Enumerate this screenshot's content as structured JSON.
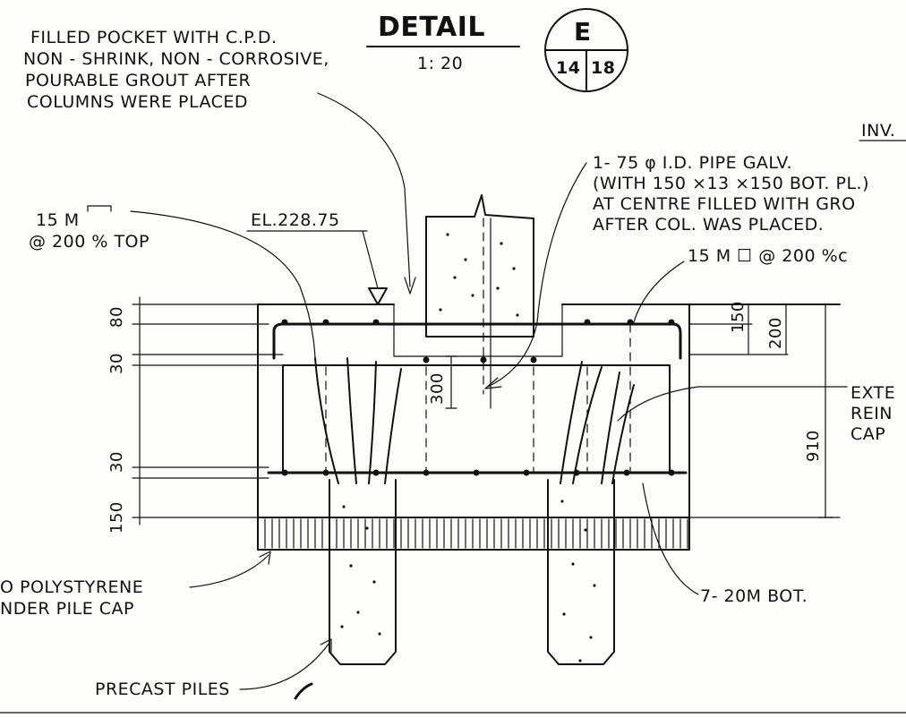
{
  "title": {
    "word": "DETAIL",
    "scale": "1: 20",
    "letter": "E",
    "sheet_left": "14",
    "sheet_right": "18"
  },
  "notes": {
    "filled_pocket": [
      "FILLED POCKET WITH C.P.D.",
      "NON - SHRINK, NON - CORROSIVE,",
      "POURABLE GROUT AFTER",
      "COLUMNS WERE PLACED"
    ],
    "inv": "INV.",
    "pipe": [
      "1- 75 φ I.D. PIPE GALV.",
      "(WITH 150 ×13 ×150 BOT. PL.)",
      "AT CENTRE FILLED WITH GRO",
      "AFTER COL. WAS PLACED."
    ],
    "top_bars": [
      "15 M",
      "@ 200 % TOP"
    ],
    "elevation": "EL.228.75",
    "stirrup": "15 M ☐ @ 200 %c",
    "exterior": [
      "EXTE",
      "REIN",
      "CAP"
    ],
    "polystyrene": [
      "O POLYSTYRENE",
      "NDER PILE CAP"
    ],
    "bottom_bars": "7- 20M BOT.",
    "precast_piles": "PRECAST PILES"
  },
  "dimensions": {
    "d80": "80",
    "d30_top": "30",
    "d30_bot": "30",
    "d150_left": "150",
    "d300": "300",
    "d150_right": "150",
    "d200": "200",
    "d910": "910"
  }
}
